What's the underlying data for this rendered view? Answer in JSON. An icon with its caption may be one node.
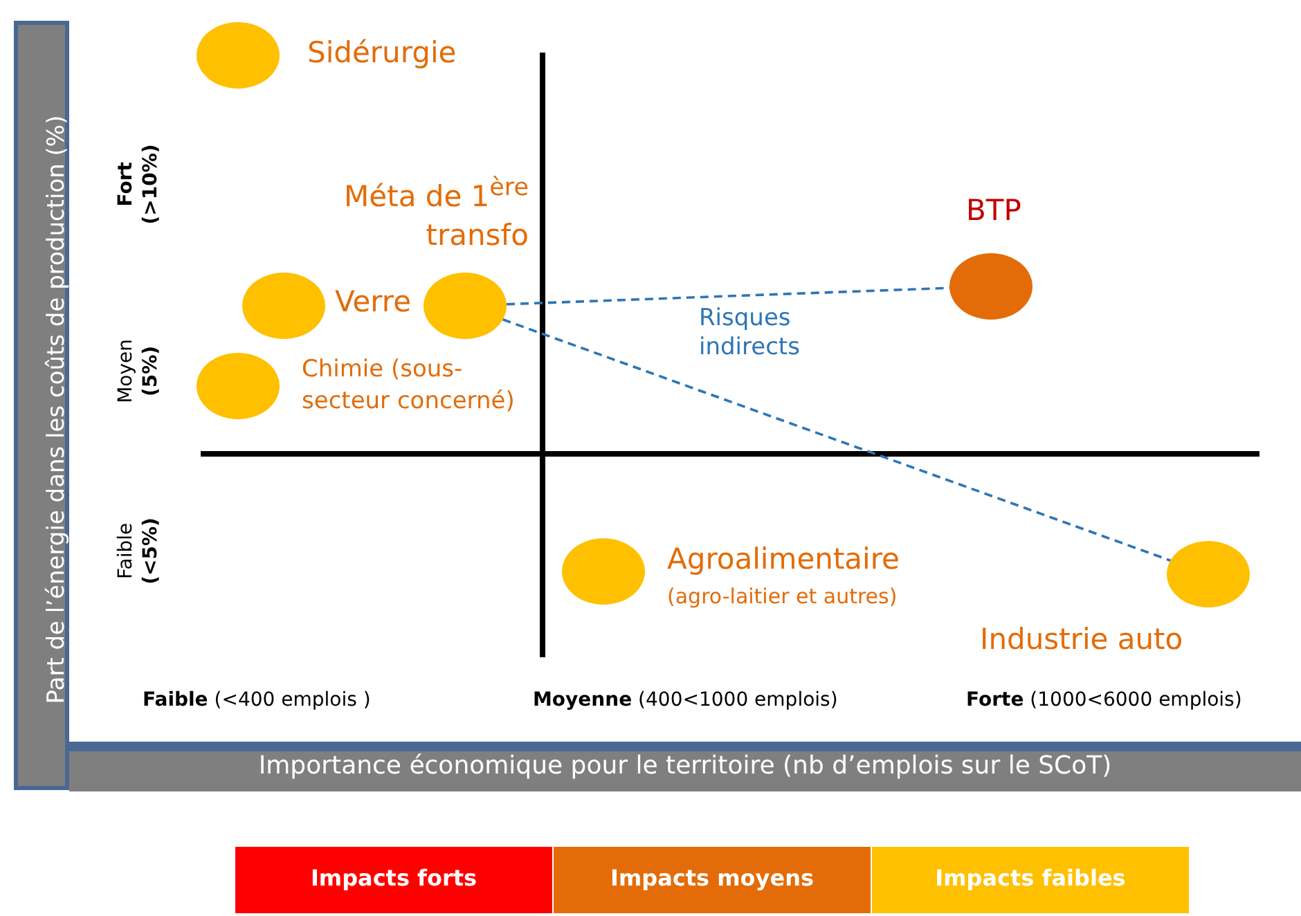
{
  "diagram": {
    "nodes": [
      {
        "text": [],
        "shape": "circle",
        "beside": [
          "Sidérurgie"
        ]
      },
      {
        "text": [],
        "shape": "circle",
        "beside": [
          "Verre"
        ]
      },
      {
        "text": [],
        "shape": "circle",
        "beside": [
          "Méta de 1$^{ère}$ transfo"
        ]
      },
      {
        "text": [],
        "shape": "circle",
        "beside": [
          "Chimie (sous-secteur concerné)"
        ]
      },
      {
        "text": [],
        "shape": "circle",
        "beside": [
          "BTP"
        ]
      },
      {
        "text": [],
        "shape": "circle",
        "beside": [
          "Agroalimentaire",
          "(agro-laitier et autres)"
        ]
      },
      {
        "text": [],
        "shape": "circle",
        "beside": [
          "Industrie auto"
        ]
      }
    ],
    "edges": [
      {
        "from": 2,
        "to": 4,
        "arrow": "none",
        "style": "dashed",
        "color": "#2e75b6"
      },
      {
        "from": 2,
        "to": 6,
        "arrow": "none",
        "style": "dashed",
        "color": "#2e75b6"
      }
    ],
    "labels": [
      "Part de l’énergie dans les coûts de production (%)",
      "**Fort** **(>10%)**",
      "Risques indirects",
      "Moyen **(5%)**",
      "Faible **(<5%)**",
      "**Faible** (<400 emplois )",
      "**Moyenne** (400<1000 emplois)",
      "**Forte** (1000<6000 emplois)",
      "Importance économique pour le territoire (nb d’emplois sur le SCoT)"
    ],
    "legend": [
      {
        "text": "Impacts forts",
        "color": "#ff0000"
      },
      {
        "text": "Impacts moyens",
        "color": "#e36c09"
      },
      {
        "text": "Impacts faibles",
        "color": "#ffc000"
      }
    ]
  }
}
